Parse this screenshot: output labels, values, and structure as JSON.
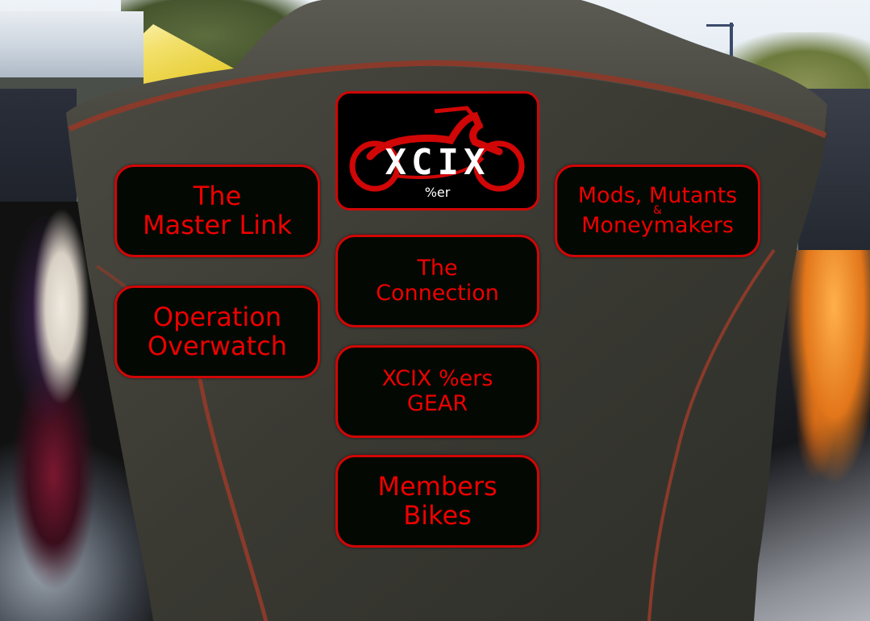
{
  "logo": {
    "title": "XCIX",
    "subtitle": "%er",
    "accent_color": "#d10606"
  },
  "nav": {
    "master_link": {
      "line1": "The",
      "line2": "Master Link"
    },
    "mods": {
      "line1": "Mods, Mutants",
      "amp": "&",
      "line2": "Moneymakers"
    },
    "connection": {
      "line1": "The",
      "line2": "Connection"
    },
    "overwatch": {
      "line1": "Operation",
      "line2": "Overwatch"
    },
    "gear": {
      "line1": "XCIX %ers",
      "line2": "GEAR"
    },
    "bikes": {
      "line1": "Members",
      "line2": "Bikes"
    }
  },
  "colors": {
    "button_bg": "#030902",
    "button_border": "#d10606",
    "button_text": "#ee0000",
    "vest": "#3e3e36",
    "piping": "#8a3a2a"
  }
}
